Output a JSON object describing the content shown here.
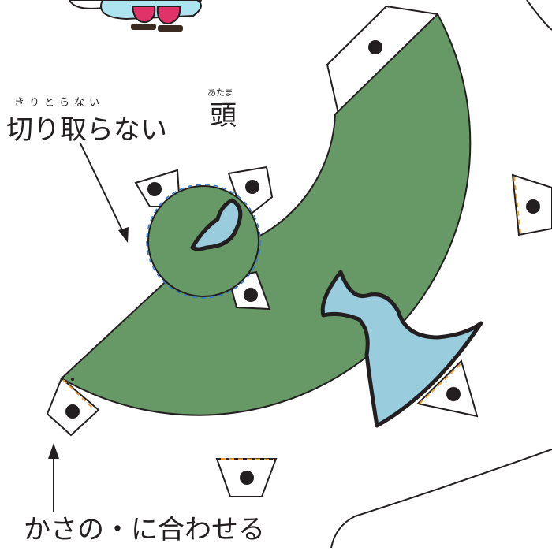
{
  "labels": {
    "no_cut_ruby": "きりとらない",
    "no_cut": "切り取らない",
    "head_ruby": "あたま",
    "head": "頭",
    "align_instruction": "かさの・に合わせる"
  },
  "colors": {
    "green": "#669966",
    "light_blue": "#99ccdd",
    "outline": "#231f20",
    "orange_dash": "#f0a030",
    "blue_dash": "#3377cc",
    "skin_blue": "#aee3f0",
    "pink": "#e0336a"
  },
  "icons": [
    "arrow-icon",
    "glue-dot-icon",
    "character-feet-icon"
  ]
}
